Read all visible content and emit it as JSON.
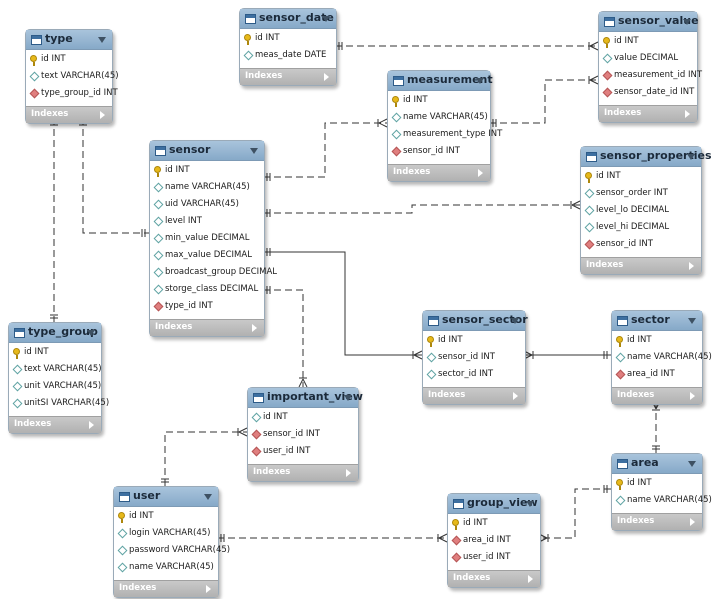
{
  "diagram": {
    "tables": [
      {
        "id": "type",
        "name": "type",
        "columns": [
          {
            "label": "id INT",
            "kind": "pk"
          },
          {
            "label": "text VARCHAR(45)",
            "kind": "attr"
          },
          {
            "label": "type_group_id INT",
            "kind": "fk"
          }
        ]
      },
      {
        "id": "sensor_date",
        "name": "sensor_date",
        "columns": [
          {
            "label": "id INT",
            "kind": "pk"
          },
          {
            "label": "meas_date DATE",
            "kind": "attr"
          }
        ]
      },
      {
        "id": "sensor_value",
        "name": "sensor_value",
        "columns": [
          {
            "label": "id INT",
            "kind": "pk"
          },
          {
            "label": "value DECIMAL",
            "kind": "attr"
          },
          {
            "label": "measurement_id INT",
            "kind": "fk"
          },
          {
            "label": "sensor_date_id INT",
            "kind": "fk"
          }
        ]
      },
      {
        "id": "measurement",
        "name": "measurement",
        "columns": [
          {
            "label": "id INT",
            "kind": "pk"
          },
          {
            "label": "name VARCHAR(45)",
            "kind": "attr"
          },
          {
            "label": "measurement_type INT",
            "kind": "attr"
          },
          {
            "label": "sensor_id INT",
            "kind": "fk"
          }
        ]
      },
      {
        "id": "sensor",
        "name": "sensor",
        "columns": [
          {
            "label": "id INT",
            "kind": "pk"
          },
          {
            "label": "name VARCHAR(45)",
            "kind": "attr"
          },
          {
            "label": "uid VARCHAR(45)",
            "kind": "attr"
          },
          {
            "label": "level INT",
            "kind": "attr"
          },
          {
            "label": "min_value DECIMAL",
            "kind": "attr"
          },
          {
            "label": "max_value DECIMAL",
            "kind": "attr"
          },
          {
            "label": "broadcast_group DECIMAL",
            "kind": "attr"
          },
          {
            "label": "storge_class DECIMAL",
            "kind": "attr"
          },
          {
            "label": "type_id INT",
            "kind": "fk"
          }
        ]
      },
      {
        "id": "sensor_properties",
        "name": "sensor_properties",
        "columns": [
          {
            "label": "id INT",
            "kind": "pk"
          },
          {
            "label": "sensor_order INT",
            "kind": "attr"
          },
          {
            "label": "level_lo DECIMAL",
            "kind": "attr"
          },
          {
            "label": "level_hi DECIMAL",
            "kind": "attr"
          },
          {
            "label": "sensor_id INT",
            "kind": "fk"
          }
        ]
      },
      {
        "id": "type_group",
        "name": "type_group",
        "columns": [
          {
            "label": "id INT",
            "kind": "pk"
          },
          {
            "label": "text VARCHAR(45)",
            "kind": "attr"
          },
          {
            "label": "unit VARCHAR(45)",
            "kind": "attr"
          },
          {
            "label": "unitSI VARCHAR(45)",
            "kind": "attr"
          }
        ]
      },
      {
        "id": "sensor_sector",
        "name": "sensor_sector",
        "columns": [
          {
            "label": "id INT",
            "kind": "pk"
          },
          {
            "label": "sensor_id INT",
            "kind": "attr"
          },
          {
            "label": "sector_id INT",
            "kind": "attr"
          }
        ]
      },
      {
        "id": "sector",
        "name": "sector",
        "columns": [
          {
            "label": "id INT",
            "kind": "pk"
          },
          {
            "label": "name VARCHAR(45)",
            "kind": "attr"
          },
          {
            "label": "area_id INT",
            "kind": "fk"
          }
        ]
      },
      {
        "id": "important_view",
        "name": "important_view",
        "columns": [
          {
            "label": "id INT",
            "kind": "attr"
          },
          {
            "label": "sensor_id INT",
            "kind": "fk"
          },
          {
            "label": "user_id INT",
            "kind": "fk"
          }
        ]
      },
      {
        "id": "area",
        "name": "area",
        "columns": [
          {
            "label": "id INT",
            "kind": "pk"
          },
          {
            "label": "name VARCHAR(45)",
            "kind": "attr"
          }
        ]
      },
      {
        "id": "user",
        "name": "user",
        "columns": [
          {
            "label": "id INT",
            "kind": "pk"
          },
          {
            "label": "login VARCHAR(45)",
            "kind": "attr"
          },
          {
            "label": "password VARCHAR(45)",
            "kind": "attr"
          },
          {
            "label": "name VARCHAR(45)",
            "kind": "attr"
          }
        ]
      },
      {
        "id": "group_view",
        "name": "group_view",
        "columns": [
          {
            "label": "id INT",
            "kind": "pk"
          },
          {
            "label": "area_id INT",
            "kind": "fk"
          },
          {
            "label": "user_id INT",
            "kind": "fk"
          }
        ]
      }
    ],
    "footer_label": "Indexes",
    "relationships": [
      {
        "from": "type",
        "to": "type_group",
        "identifying": false
      },
      {
        "from": "type",
        "to": "sensor",
        "identifying": false
      },
      {
        "from": "sensor_date",
        "to": "sensor_value",
        "identifying": false
      },
      {
        "from": "measurement",
        "to": "sensor_value",
        "identifying": false
      },
      {
        "from": "sensor",
        "to": "measurement",
        "identifying": false
      },
      {
        "from": "sensor",
        "to": "sensor_properties",
        "identifying": false
      },
      {
        "from": "sensor",
        "to": "sensor_sector",
        "identifying": true
      },
      {
        "from": "sector",
        "to": "sensor_sector",
        "identifying": true
      },
      {
        "from": "sensor",
        "to": "important_view",
        "identifying": false
      },
      {
        "from": "user",
        "to": "important_view",
        "identifying": false
      },
      {
        "from": "area",
        "to": "sector",
        "identifying": false
      },
      {
        "from": "user",
        "to": "group_view",
        "identifying": false
      },
      {
        "from": "area",
        "to": "group_view",
        "identifying": false
      }
    ],
    "colors": {
      "header": "#8fb0cf",
      "footer": "#bdbdbd",
      "primary_key": "#e7b91a",
      "foreign_key": "#e07f7f",
      "attribute": "#5fa3a3",
      "line": "#333333"
    }
  }
}
